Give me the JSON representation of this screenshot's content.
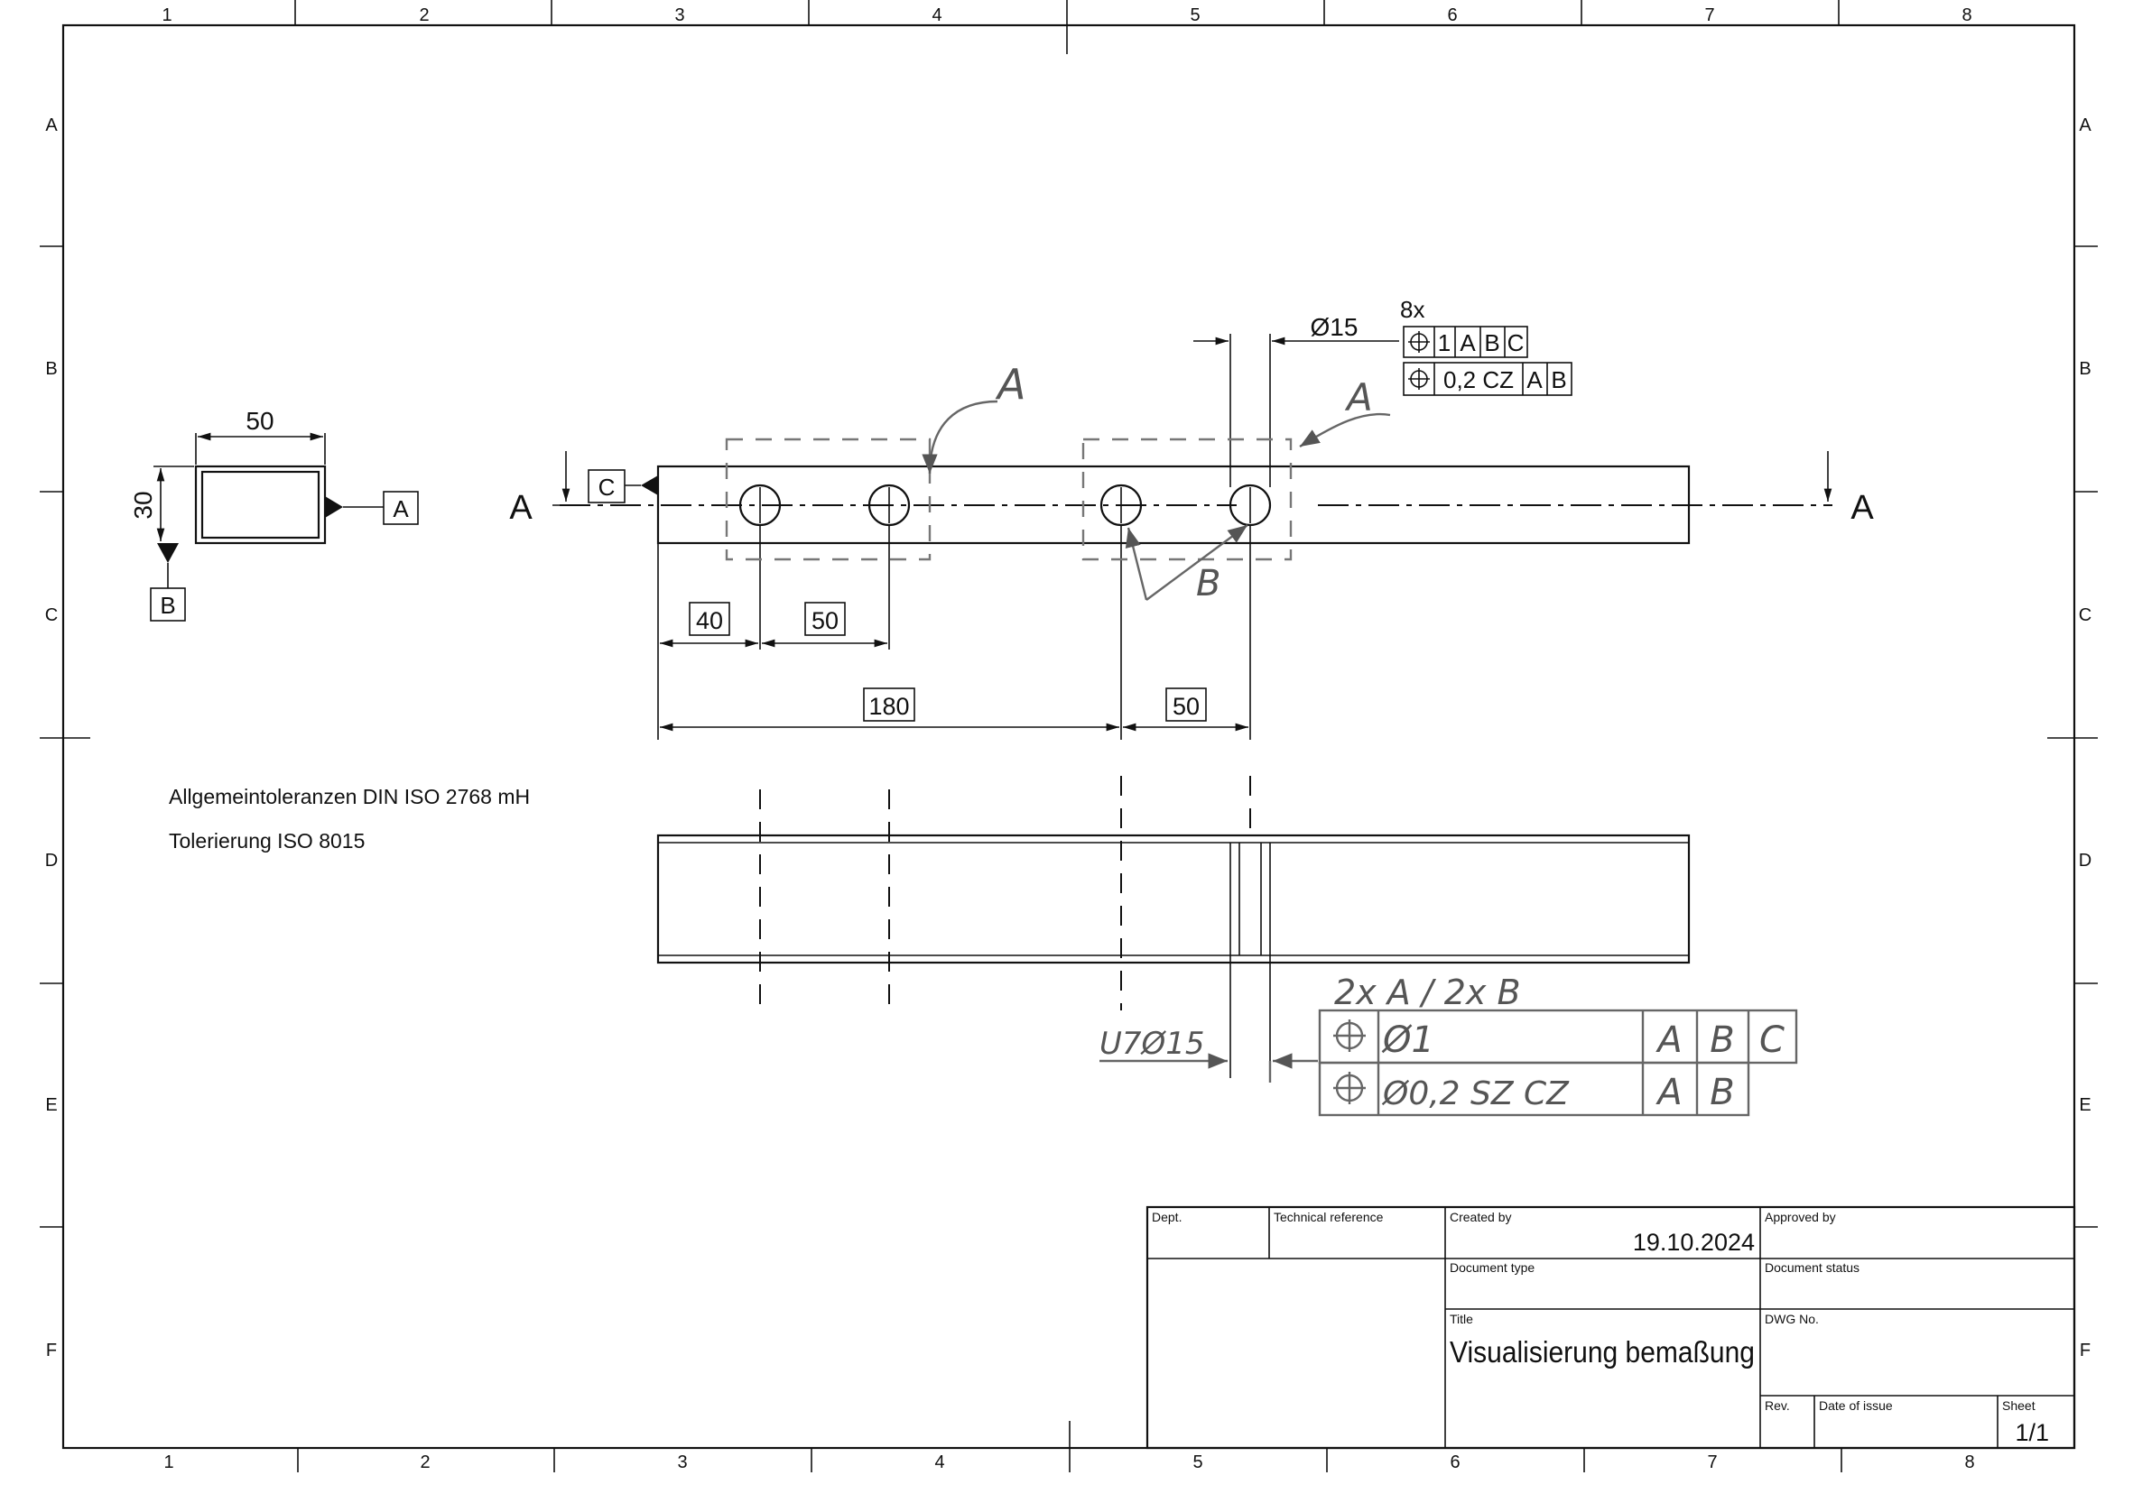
{
  "frame": {
    "columns": [
      "1",
      "2",
      "3",
      "4",
      "5",
      "6",
      "7",
      "8"
    ],
    "rows": [
      "A",
      "B",
      "C",
      "D",
      "E",
      "F"
    ]
  },
  "notes": {
    "line1": "Allgemeintoleranzen DIN ISO 2768 mH",
    "line2": "Tolerierung ISO 8015"
  },
  "side_view": {
    "width_dim": "50",
    "height_dim": "30",
    "datum_a": "A",
    "datum_b": "B"
  },
  "front_view": {
    "section_label_left": "A",
    "section_label_right": "A",
    "datum_c": "C",
    "dims": {
      "d40": "40",
      "d50a": "50",
      "d180": "180",
      "d50b": "50"
    },
    "hole_diameter": "Ø15",
    "fcf_count": "8x",
    "fcf_row1": {
      "tol": "1",
      "datums": [
        "A",
        "B",
        "C"
      ]
    },
    "fcf_row2": {
      "tol": "0,2 CZ",
      "datums": [
        "A",
        "B"
      ]
    }
  },
  "hand_annotations": {
    "label_a1": "A",
    "label_a2": "A",
    "label_b": "B",
    "count": "2x A / 2x B",
    "hole_note": "U7Ø15",
    "row1_tol": "Ø1",
    "row1_datums": [
      "A",
      "B",
      "C"
    ],
    "row2_tol": "Ø0,2 SZ CZ",
    "row2_datums": [
      "A",
      "B"
    ]
  },
  "title_block": {
    "dept_label": "Dept.",
    "techref_label": "Technical reference",
    "created_label": "Created by",
    "created_value": "19.10.2024",
    "approved_label": "Approved by",
    "doctype_label": "Document type",
    "docstatus_label": "Document status",
    "title_label": "Title",
    "title_value": "Visualisierung bemaßung",
    "dwg_label": "DWG No.",
    "rev_label": "Rev.",
    "date_label": "Date of issue",
    "sheet_label": "Sheet",
    "sheet_value": "1/1"
  }
}
